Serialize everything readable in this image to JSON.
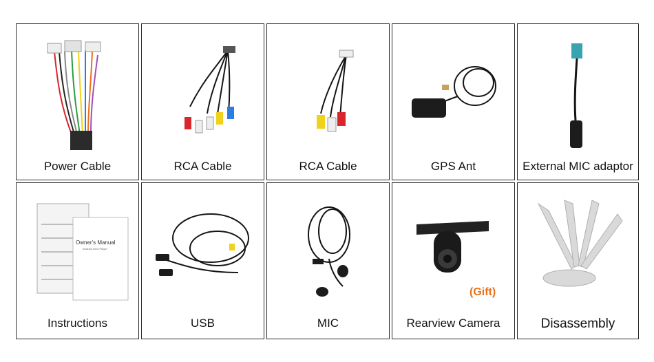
{
  "items": [
    {
      "label": "Power Cable"
    },
    {
      "label": "RCA Cable"
    },
    {
      "label": "RCA Cable"
    },
    {
      "label": "GPS Ant"
    },
    {
      "label": "External MIC adaptor"
    },
    {
      "label": "Instructions"
    },
    {
      "label": "USB"
    },
    {
      "label": "MIC"
    },
    {
      "label": "Rearview Camera"
    },
    {
      "label": "Disassembly"
    }
  ],
  "manual": {
    "title": "Owner's Manual",
    "subtitle": "Android DVD Player"
  },
  "gift_tag": "(Gift)",
  "colors": {
    "border": "#2a2a2a",
    "gift": "#e8711a",
    "cable": "#151515",
    "rca_red": "#d7262c",
    "rca_yellow": "#f0d21a",
    "rca_blue": "#2a7de1",
    "tool": "#d9d9d9"
  }
}
